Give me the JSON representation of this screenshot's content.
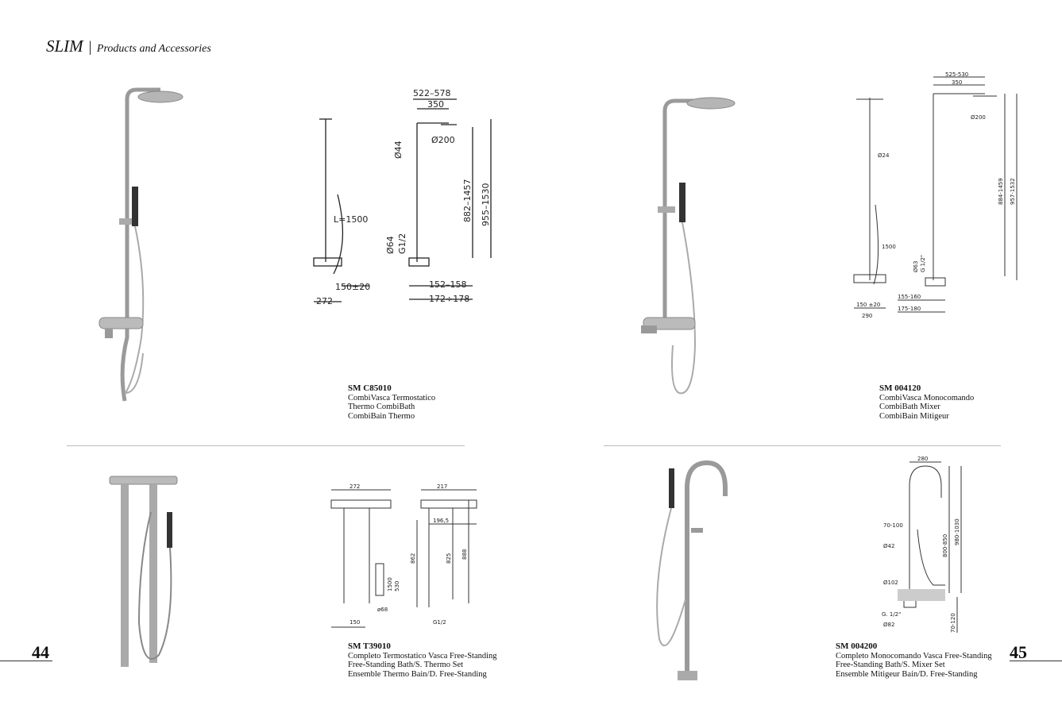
{
  "header": {
    "brand": "SLIM",
    "separator": "|",
    "subtitle": "Products and Accessories"
  },
  "pages": {
    "left": "44",
    "right": "45"
  },
  "products": [
    {
      "code": "SM C85010",
      "lines": [
        "CombiVasca Termostatico",
        "Thermo CombiBath",
        "CombiBain Thermo"
      ],
      "dims": [
        "522–578",
        "350",
        "Ø200",
        "Ø44",
        "882–1457",
        "955–1530",
        "L=1500",
        "Ø64",
        "G1/2",
        "150±20",
        "272",
        "152–158",
        "172÷178"
      ]
    },
    {
      "code": "SM 004120",
      "lines": [
        "CombiVasca Monocomando",
        "CombiBath Mixer",
        "CombiBain Mitigeur"
      ],
      "dims": [
        "525-530",
        "350",
        "Ø200",
        "Ø24",
        "884-1459",
        "957-1532",
        "1500",
        "Ø63",
        "G 1/2\"",
        "155-160",
        "175-180",
        "150 ±20",
        "290"
      ]
    },
    {
      "code": "SM T39010",
      "lines": [
        "Completo Termostatico Vasca Free-Standing",
        "Free-Standing Bath/S. Thermo Set",
        "Ensemble Thermo Bain/D. Free-Standing"
      ],
      "dims": [
        "272",
        "217",
        "196,5",
        "862",
        "825",
        "888",
        "1500",
        "530",
        "ø68",
        "150",
        "G1/2"
      ]
    },
    {
      "code": "SM 004200",
      "lines": [
        "Completo Monocomando Vasca Free-Standing",
        "Free-Standing Bath/S. Mixer Set",
        "Ensemble Mitigeur Bain/D. Free-Standing"
      ],
      "dims": [
        "280",
        "70-100",
        "Ø42",
        "Ø102",
        "G. 1/2\"",
        "Ø82",
        "800-850",
        "980-1030",
        "70-120"
      ]
    }
  ]
}
